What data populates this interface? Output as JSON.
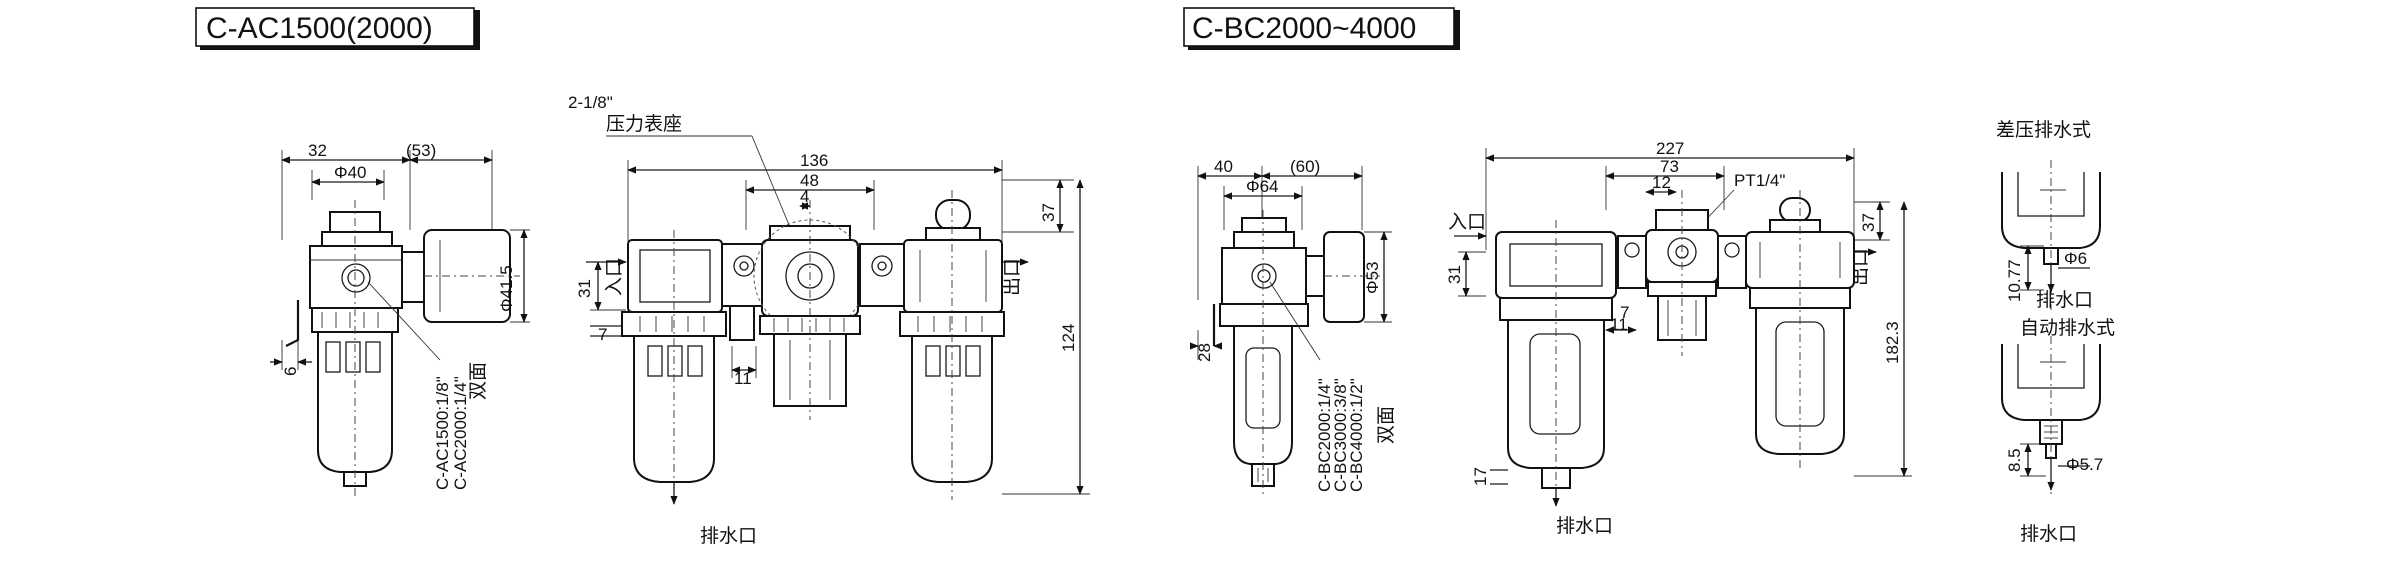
{
  "sections": {
    "left": {
      "title": "C-AC1500(2000)",
      "front_view": {
        "dims": {
          "w_left": "32",
          "w_right": "(53)",
          "diameter": "Φ40",
          "gauge_dia": "Φ41.5",
          "bottom_gap": "6"
        },
        "port_label_1": "C-AC1500:1/8\"",
        "port_label_2": "C-AC2000:1/4\"",
        "side_label": "双面"
      },
      "side_view": {
        "gauge_port": "2-1/8\"",
        "gauge_port_label": "压力表座",
        "dims": {
          "width": "136",
          "mid": "48",
          "small": "4",
          "top_h": "37",
          "port_h": "31",
          "seven": "7",
          "eleven": "11",
          "height": "124"
        },
        "inlet": "入口",
        "outlet": "出口",
        "drain": "排水口"
      }
    },
    "right": {
      "title": "C-BC2000~4000",
      "front_view": {
        "dims": {
          "w_left": "40",
          "w_right": "(60)",
          "diameter": "Φ64",
          "gauge_dia": "Φ53",
          "bottom_gap": "28"
        },
        "port_label_1": "C-BC2000:1/4\"",
        "port_label_2": "C-BC3000:3/8\"",
        "port_label_3": "C-BC4000:1/2\"",
        "side_label": "双面"
      },
      "side_view": {
        "gauge_port": "PT1/4\"",
        "dims": {
          "width": "227",
          "mid": "73",
          "small": "12",
          "top_h": "37",
          "port_h": "31",
          "seven": "7",
          "eleven": "11",
          "height": "182.3",
          "bottom": "17"
        },
        "inlet": "入口",
        "outlet": "出口",
        "drain": "排水口"
      },
      "drains": {
        "diff_title": "差压排水式",
        "diff_h": "10.77",
        "diff_dia": "Φ6",
        "drain_label": "排水口",
        "auto_title": "自动排水式",
        "auto_h": "8.5",
        "auto_dia": "Φ5.7",
        "drain_label_2": "排水口"
      }
    }
  }
}
